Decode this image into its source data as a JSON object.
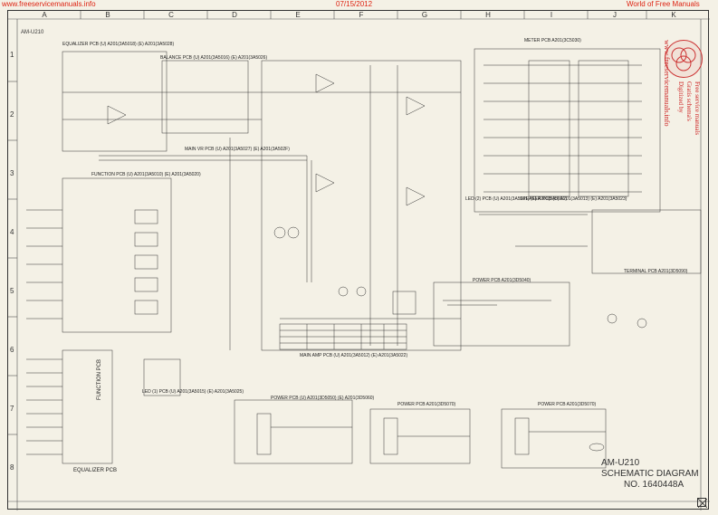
{
  "header": {
    "left": "www.freeservicemanuals.info",
    "center": "07/15/2012",
    "right": "World of Free Manuals"
  },
  "grid": {
    "columns": [
      "A",
      "B",
      "C",
      "D",
      "E",
      "F",
      "G",
      "H",
      "I",
      "J",
      "K"
    ],
    "rows": [
      "1",
      "2",
      "3",
      "4",
      "5",
      "6",
      "7",
      "8"
    ]
  },
  "model_tag": "AM-U210",
  "blocks": {
    "equalizer_pcb": "EQUALIZER PCB (U) A201(3A5018) (E) A201(3A5028)",
    "balance_pcb": "BALANCE PCB (U) A201(3A5016) (E) A201(3A5026)",
    "main_vr_pcb": "MAIN VR PCB (U) A201(3A5027) (E) A201(3A502F)",
    "function_pcb": "FUNCTION PCB (U) A201(3A5010) (E) A201(3A5020)",
    "meter_pcb": "METER PCB A201(3C5030)",
    "led_pcb_1": "LED (2) PCB (U) A201(3A5031) (E) A201(3A5021)",
    "speaker_pcb": "SPEAKER PCB (U) A201(3A5013) (E) A201(3A5023)",
    "terminal_pcb": "TERMINAL PCB A201(3D5090)",
    "power_pcb_main": "POWER PCB A201(3D5040)",
    "main_amp_pcb": "MAIN AMP PCB (U) A201(3A5012) (E) A201(3A5022)",
    "led_pcb_2": "LED (1) PCB (U) A201(3A5015) (E) A201(3A5025)",
    "power_pcb_a": "POWER PCB (U) A201(3D5050) (E) A201(3D5060)",
    "power_pcb_b": "POWER PCB A201(3D5070)",
    "power_pcb_c": "POWER PCB A201(3D5070)",
    "function_pcb_side": "FUNCTION PCB",
    "equalizer_pcb_bottom": "EQUALIZER PCB"
  },
  "title_block": {
    "model": "AM-U210",
    "title": "SCHEMATIC DIAGRAM",
    "number": "NO. 1640448A"
  },
  "watermark": {
    "line1": "Free service manuals",
    "line2": "Gratis schema's",
    "line3": "Digitized by",
    "url": "www.freeservicemanuals.info"
  },
  "colors": {
    "header_text": "#d21",
    "watermark": "#c22",
    "paper": "#f4f1e6",
    "ink": "#222"
  }
}
